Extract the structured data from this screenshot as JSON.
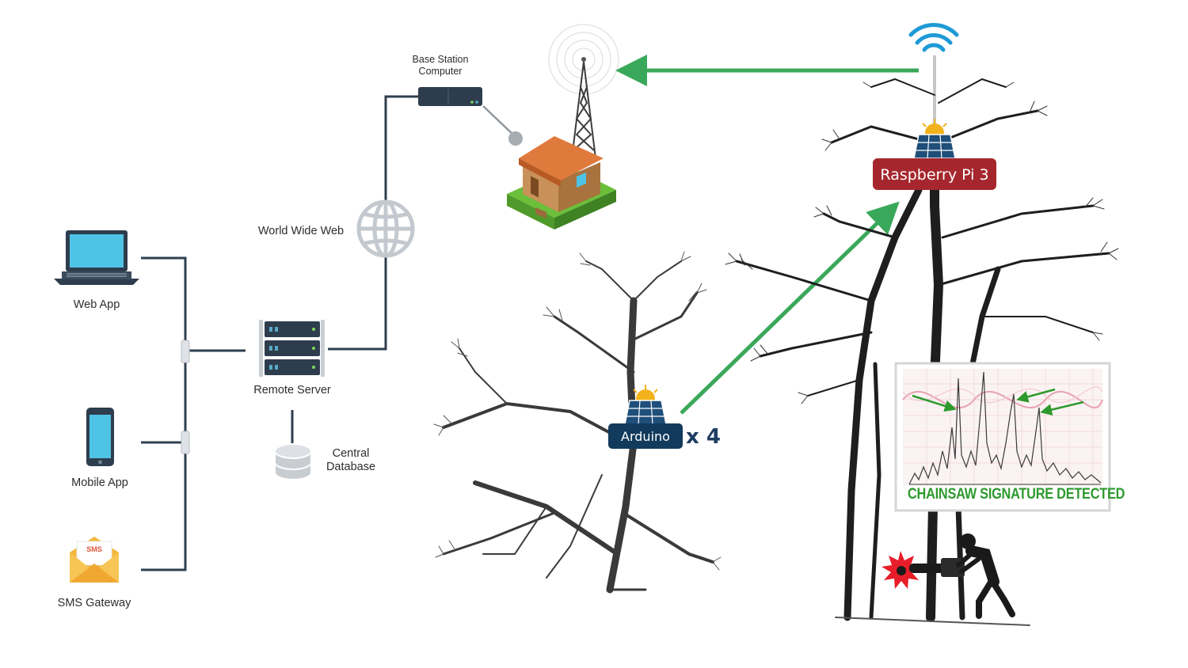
{
  "network": {
    "web_app": "Web App",
    "mobile_app": "Mobile App",
    "sms_gateway": "SMS Gateway",
    "sms_icon_text": "SMS",
    "remote_server": "Remote Server",
    "central_database_line1": "Central",
    "central_database_line2": "Database",
    "world_wide_web": "World Wide Web",
    "base_station_line1": "Base Station",
    "base_station_line2": "Computer"
  },
  "nodes": {
    "raspberry_pi": "Raspberry Pi 3",
    "arduino": "Arduino",
    "arduino_count": "x 4"
  },
  "detection": {
    "banner": "CHAINSAW SIGNATURE DETECTED"
  },
  "colors": {
    "link": "#2f3f4f",
    "signal_arrow": "#3aa85a",
    "wifi": "#1e9ad6",
    "raspberry_badge": "#a5272d",
    "arduino_badge": "#123a5c",
    "banner_text": "#2e9a2e",
    "screen": "#4fc3e6"
  }
}
